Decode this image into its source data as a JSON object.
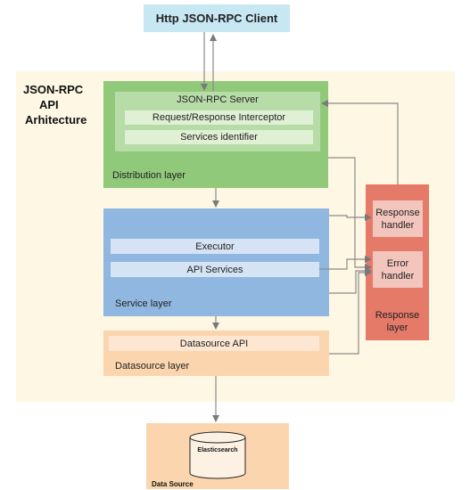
{
  "client": {
    "label": "Http JSON-RPC Client"
  },
  "architecture": {
    "title_lines": [
      "JSON-RPC",
      "API",
      "Arhitecture"
    ]
  },
  "distribution_layer": {
    "label": "Distribution layer",
    "server": {
      "title": "JSON-RPC Server",
      "items": [
        "Request/Response Interceptor",
        "Services identifier"
      ]
    }
  },
  "service_layer": {
    "label": "Service layer",
    "items": [
      "Executor",
      "API Services"
    ]
  },
  "datasource_layer": {
    "label": "Datasource layer",
    "api": "Datasource API"
  },
  "response_layer": {
    "label_lines": [
      "Response",
      "layer"
    ],
    "response_handler": "Response handler",
    "error_handler": "Error handler"
  },
  "data_source": {
    "label": "Data Source",
    "store": "Elasticsearch"
  },
  "colors": {
    "client": "#c7e7f3",
    "architecture_bg": "#fef7e3",
    "distribution": "#90c97a",
    "service": "#90b7e0",
    "datasource": "#fbd5ad",
    "response": "#e57a69",
    "arrow": "#8a8a8a"
  }
}
